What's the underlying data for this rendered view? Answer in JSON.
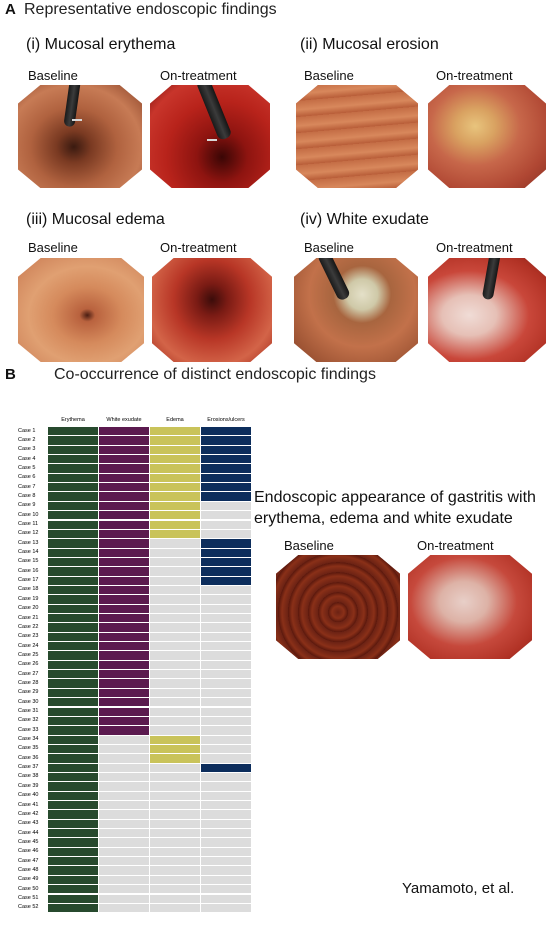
{
  "panel_a": {
    "letter": "A",
    "title": "Representative endoscopic findings",
    "findings": [
      {
        "title": "(i)  Mucosal erythema",
        "baseline": "Baseline",
        "treatment": "On-treatment"
      },
      {
        "title": "(ii)  Mucosal erosion",
        "baseline": "Baseline",
        "treatment": "On-treatment"
      },
      {
        "title": "(iii)  Mucosal edema",
        "baseline": "Baseline",
        "treatment": "On-treatment"
      },
      {
        "title": "(iv)  White exudate",
        "baseline": "Baseline",
        "treatment": "On-treatment"
      }
    ]
  },
  "panel_b": {
    "letter": "B",
    "title": "Co-occurrence of distinct endoscopic findings",
    "side_caption_line1": "Endoscopic appearance of gastritis with",
    "side_caption_line2": "erythema, edema and white exudate",
    "side_baseline": "Baseline",
    "side_treatment": "On-treatment"
  },
  "author": "Yamamoto, et al.",
  "colors": {
    "erythema": "#274a2e",
    "white_exudate": "#5b1a4f",
    "edema": "#c9c35a",
    "erosions": "#0c2d5c",
    "absent": "#dcdcdc"
  },
  "chart_data": {
    "type": "heatmap",
    "columns": [
      "Erythema",
      "White exudate",
      "Edema",
      "Erosions/ulcers"
    ],
    "rows": [
      "Case 1",
      "Case 2",
      "Case 3",
      "Case 4",
      "Case 5",
      "Case 6",
      "Case 7",
      "Case 8",
      "Case 9",
      "Case 10",
      "Case 11",
      "Case 12",
      "Case 13",
      "Case 14",
      "Case 15",
      "Case 16",
      "Case 17",
      "Case 18",
      "Case 19",
      "Case 20",
      "Case 21",
      "Case 22",
      "Case 23",
      "Case 24",
      "Case 25",
      "Case 26",
      "Case 27",
      "Case 28",
      "Case 29",
      "Case 30",
      "Case 31",
      "Case 32",
      "Case 33",
      "Case 34",
      "Case 35",
      "Case 36",
      "Case 37",
      "Case 38",
      "Case 39",
      "Case 40",
      "Case 41",
      "Case 42",
      "Case 43",
      "Case 44",
      "Case 45",
      "Case 46",
      "Case 47",
      "Case 48",
      "Case 49",
      "Case 50",
      "Case 51",
      "Case 52"
    ],
    "present": [
      [
        1,
        1,
        1,
        1
      ],
      [
        1,
        1,
        1,
        1
      ],
      [
        1,
        1,
        1,
        1
      ],
      [
        1,
        1,
        1,
        1
      ],
      [
        1,
        1,
        1,
        1
      ],
      [
        1,
        1,
        1,
        1
      ],
      [
        1,
        1,
        1,
        1
      ],
      [
        1,
        1,
        1,
        1
      ],
      [
        1,
        1,
        1,
        0
      ],
      [
        1,
        1,
        1,
        0
      ],
      [
        1,
        1,
        1,
        0
      ],
      [
        1,
        1,
        1,
        0
      ],
      [
        1,
        1,
        0,
        1
      ],
      [
        1,
        1,
        0,
        1
      ],
      [
        1,
        1,
        0,
        1
      ],
      [
        1,
        1,
        0,
        1
      ],
      [
        1,
        1,
        0,
        1
      ],
      [
        1,
        1,
        0,
        0
      ],
      [
        1,
        1,
        0,
        0
      ],
      [
        1,
        1,
        0,
        0
      ],
      [
        1,
        1,
        0,
        0
      ],
      [
        1,
        1,
        0,
        0
      ],
      [
        1,
        1,
        0,
        0
      ],
      [
        1,
        1,
        0,
        0
      ],
      [
        1,
        1,
        0,
        0
      ],
      [
        1,
        1,
        0,
        0
      ],
      [
        1,
        1,
        0,
        0
      ],
      [
        1,
        1,
        0,
        0
      ],
      [
        1,
        1,
        0,
        0
      ],
      [
        1,
        1,
        0,
        0
      ],
      [
        1,
        1,
        0,
        0
      ],
      [
        1,
        1,
        0,
        0
      ],
      [
        1,
        1,
        0,
        0
      ],
      [
        1,
        0,
        1,
        0
      ],
      [
        1,
        0,
        1,
        0
      ],
      [
        1,
        0,
        1,
        0
      ],
      [
        1,
        0,
        0,
        1
      ],
      [
        1,
        0,
        0,
        0
      ],
      [
        1,
        0,
        0,
        0
      ],
      [
        1,
        0,
        0,
        0
      ],
      [
        1,
        0,
        0,
        0
      ],
      [
        1,
        0,
        0,
        0
      ],
      [
        1,
        0,
        0,
        0
      ],
      [
        1,
        0,
        0,
        0
      ],
      [
        1,
        0,
        0,
        0
      ],
      [
        1,
        0,
        0,
        0
      ],
      [
        1,
        0,
        0,
        0
      ],
      [
        1,
        0,
        0,
        0
      ],
      [
        1,
        0,
        0,
        0
      ],
      [
        1,
        0,
        0,
        0
      ],
      [
        1,
        0,
        0,
        0
      ],
      [
        1,
        0,
        0,
        0
      ]
    ]
  }
}
